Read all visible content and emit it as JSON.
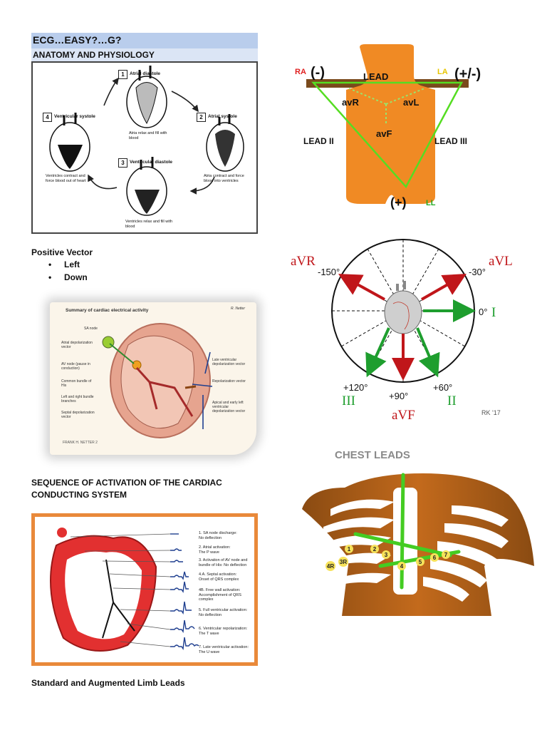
{
  "header": {
    "title": "ECG…EASY?…G?",
    "subtitle": "ANATOMY AND PHYSIOLOGY"
  },
  "cycle": {
    "stages": [
      {
        "num": "1",
        "title": "Atrial diastole",
        "caption": "Atria relax and fill with blood"
      },
      {
        "num": "2",
        "title": "Atrial systole",
        "caption": "Atria contract and force blood into ventricles"
      },
      {
        "num": "3",
        "title": "Ventricular diastole",
        "caption": "Ventricles relax and fill with blood"
      },
      {
        "num": "4",
        "title": "Ventricular systole",
        "caption": "Ventricles contract and force blood out of heart"
      }
    ]
  },
  "positive_vector": {
    "heading": "Positive Vector",
    "items": [
      "Left",
      "Down"
    ]
  },
  "activity_card": {
    "title": "Summary of cardiac electrical activity",
    "labels": {
      "sa": "SA node",
      "atrial": "Atrial depolarization vector",
      "av": "AV node (pause in conduction)",
      "his": "Common bundle of His",
      "branches": "Left and right bundle branches",
      "septal": "Septal depolarization vector",
      "late": "Late ventricular depolarization vector",
      "repol": "Repolarization vector",
      "apical": "Apical and early left ventricular depolarization vector"
    },
    "signature": "R. Netter",
    "footer": "FRANK H. NETTER 2"
  },
  "sequence_heading": "SEQUENCE OF ACTIVATION OF THE CARDIAC CONDUCTING SYSTEM",
  "sequence_line1": "SEQUENCE OF ACTIVATION OF THE CARDIAC",
  "sequence_line2": "CONDUCTING SYSTEM",
  "conduction_steps": [
    {
      "a": "1. SA node discharge:",
      "b": "No deflection"
    },
    {
      "a": "2. Atrial activation:",
      "b": "The P wave"
    },
    {
      "a": "3. Activation of AV node and",
      "b": "bundle of His: No deflection"
    },
    {
      "a": "4.A. Septal activation:",
      "b": "Onset of QRS complex"
    },
    {
      "a": "4B. Free wall activation:",
      "b": "Accomplishment of QRS complex"
    },
    {
      "a": "5. Full ventricular activation:",
      "b": "No deflection"
    },
    {
      "a": "6. Ventricular repolarization:",
      "b": "The T wave"
    },
    {
      "a": "7. Late ventricular activation:",
      "b": "The U wave"
    }
  ],
  "footer_heading": "Standard and Augmented Limb Leads",
  "limb_leads": {
    "ra": "RA",
    "la": "LA",
    "ll": "LL",
    "neg": "(-)",
    "posneg": "(+/-)",
    "pos": "(+)",
    "lead": "LEAD",
    "avr": "avR",
    "avl": "avL",
    "avf": "avF",
    "lead2": "LEAD II",
    "lead3": "LEAD III",
    "colors": {
      "body": "#f08a24",
      "arm": "#7a4a1c",
      "triangle": "#55dd22",
      "ra": "#e02020",
      "la": "#e8c600",
      "ll": "#22aa22"
    }
  },
  "axis": {
    "avr": "aVR",
    "avl": "aVL",
    "avf": "aVF",
    "m150": "-150°",
    "m30": "-30°",
    "zero": "0°",
    "one": "I",
    "p120": "+120°",
    "p90": "+90°",
    "p60": "+60°",
    "three": "III",
    "two": "II",
    "credit": "RK '17"
  },
  "chest": {
    "title": "CHEST LEADS",
    "electrodes": [
      "1",
      "2",
      "3",
      "4",
      "5",
      "6",
      "7",
      "3R",
      "4R"
    ]
  }
}
